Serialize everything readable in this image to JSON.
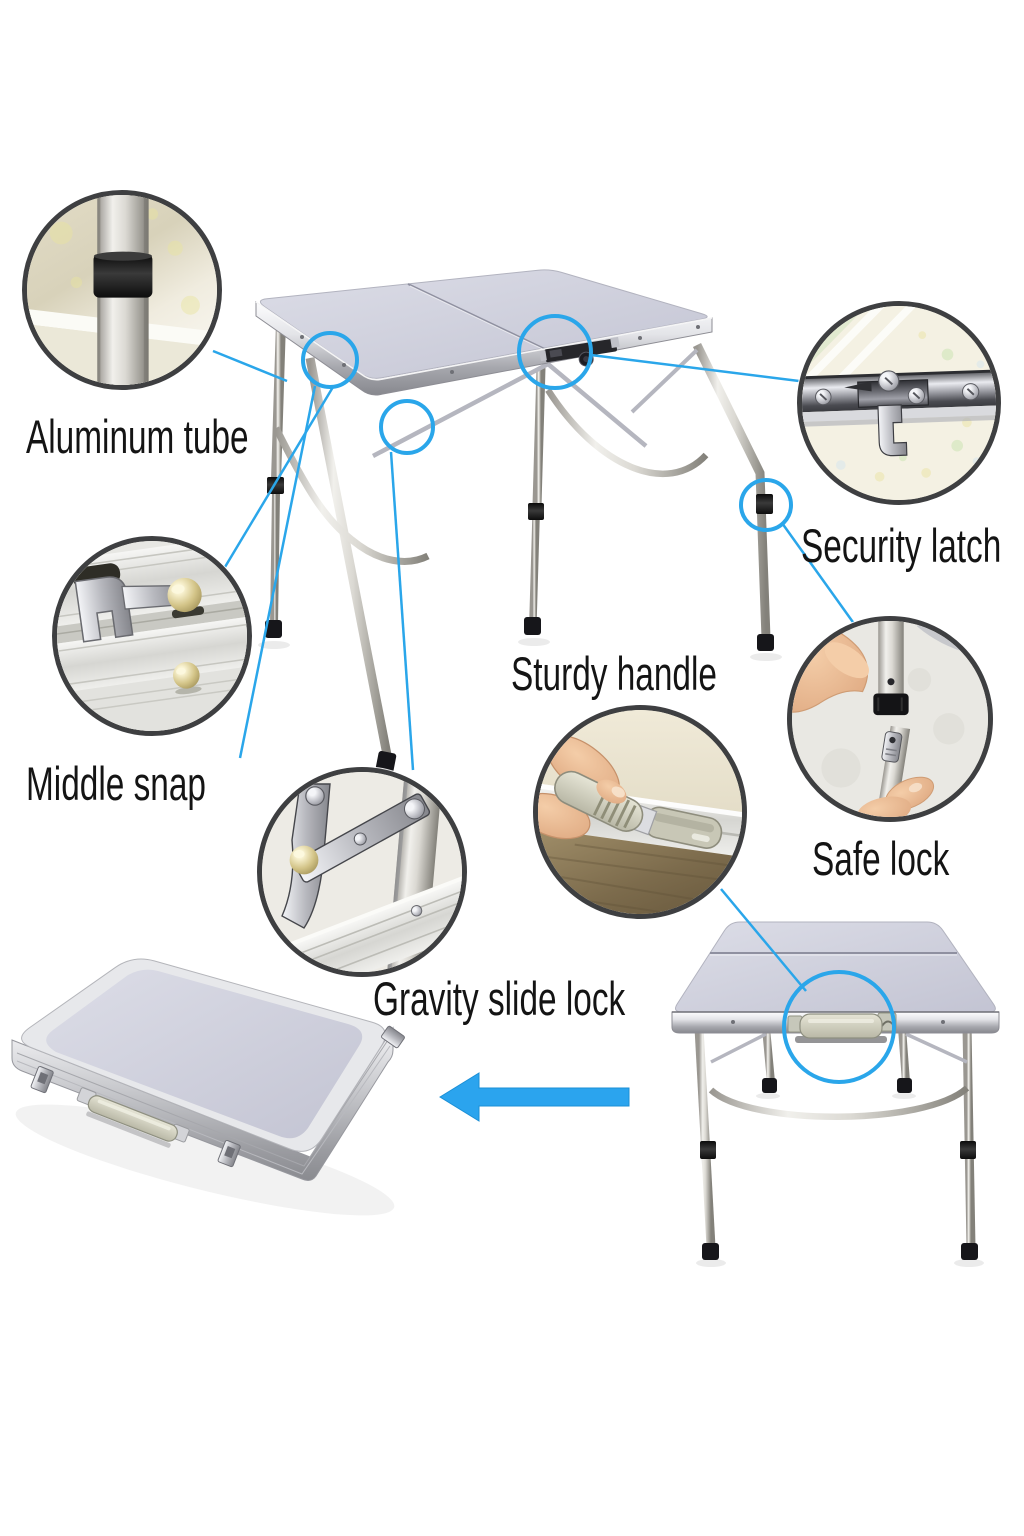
{
  "meta": {
    "title": "Folding aluminum table feature infographic"
  },
  "colors": {
    "accent_blue": "#2AA6EA",
    "arrow_blue": "#2BA4EE",
    "callout_ring": "#3E3F41",
    "label_text": "#141414",
    "tabletop_lavender": "#CBCCD8",
    "frame_silver": "#C9CACF"
  },
  "callouts": [
    {
      "id": "aluminum-tube",
      "label": "Aluminum tube",
      "photo": "aluminum-tube-closeup"
    },
    {
      "id": "security-latch",
      "label": "Security latch",
      "photo": "security-latch-closeup"
    },
    {
      "id": "middle-snap",
      "label": "Middle snap",
      "photo": "middle-snap-closeup"
    },
    {
      "id": "sturdy-handle",
      "label": "Sturdy handle",
      "photo": "sturdy-handle-closeup"
    },
    {
      "id": "safe-lock",
      "label": "Safe lock",
      "photo": "safe-lock-closeup"
    },
    {
      "id": "gravity-slide-lock",
      "label": "Gravity slide lock",
      "photo": "gravity-slide-lock-closeup"
    }
  ],
  "figures": {
    "main_table": "folding table unfolded, two-piece top with center fold latch",
    "half_table": "table shown from front with carry handle circled",
    "folded_table": "table folded flat into a carry case with handle and snaps",
    "fold_arrow_direction": "left"
  },
  "icons": {
    "fold_arrow": "left-arrow"
  }
}
